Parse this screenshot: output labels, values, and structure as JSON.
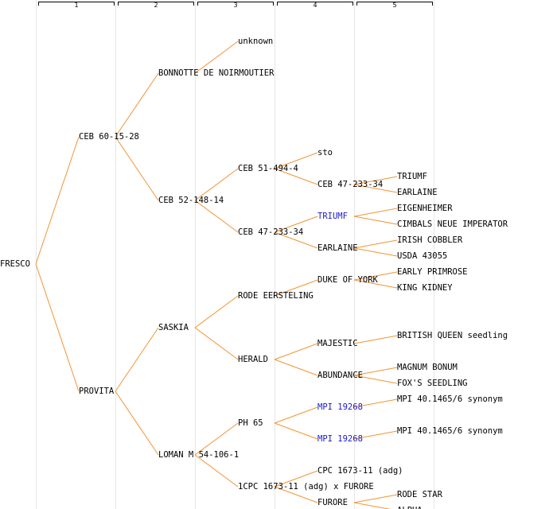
{
  "colors": {
    "edge": "#f29433",
    "text": "#000000",
    "link": "#1a1acc",
    "grid": "#e6e6e6"
  },
  "columns": [
    "1",
    "2",
    "3",
    "4",
    "5"
  ],
  "nodes": [
    {
      "id": "fresco",
      "label": "FRESCO",
      "gen": 0,
      "parent": null,
      "link": false
    },
    {
      "id": "ceb601528",
      "label": "CEB 60-15-28",
      "gen": 1,
      "parent": "fresco",
      "link": false
    },
    {
      "id": "provita",
      "label": "PROVITA",
      "gen": 1,
      "parent": "fresco",
      "link": false
    },
    {
      "id": "bonnotte",
      "label": "BONNOTTE DE NOIRMOUTIER",
      "gen": 2,
      "parent": "ceb601528",
      "link": false
    },
    {
      "id": "ceb5214814",
      "label": "CEB 52-148-14",
      "gen": 2,
      "parent": "ceb601528",
      "link": false
    },
    {
      "id": "saskia",
      "label": "SASKIA",
      "gen": 2,
      "parent": "provita",
      "link": false
    },
    {
      "id": "loman",
      "label": "LOMAN M 54-106-1",
      "gen": 2,
      "parent": "provita",
      "link": false
    },
    {
      "id": "unknown",
      "label": "unknown",
      "gen": 3,
      "parent": "bonnotte",
      "link": false
    },
    {
      "id": "ceb514944",
      "label": "CEB 51-494-4",
      "gen": 3,
      "parent": "ceb5214814",
      "link": false
    },
    {
      "id": "ceb4723334a",
      "label": "CEB 47-233-34",
      "gen": 3,
      "parent": "ceb5214814",
      "link": false
    },
    {
      "id": "rodeeersteling",
      "label": "RODE EERSTELING",
      "gen": 3,
      "parent": "saskia",
      "link": false
    },
    {
      "id": "herald",
      "label": "HERALD",
      "gen": 3,
      "parent": "saskia",
      "link": false
    },
    {
      "id": "ph65",
      "label": "PH 65",
      "gen": 3,
      "parent": "loman",
      "link": false
    },
    {
      "id": "cpcfurore",
      "label": "1CPC 1673-11 (adg) x FURORE",
      "gen": 3,
      "parent": "loman",
      "link": false
    },
    {
      "id": "sto",
      "label": "sto",
      "gen": 4,
      "parent": "ceb514944",
      "link": false
    },
    {
      "id": "ceb4723334b",
      "label": "CEB 47-233-34",
      "gen": 4,
      "parent": "ceb514944",
      "link": false
    },
    {
      "id": "triumf4",
      "label": "TRIUMF",
      "gen": 4,
      "parent": "ceb4723334a",
      "link": true
    },
    {
      "id": "earlaine4",
      "label": "EARLAINE",
      "gen": 4,
      "parent": "ceb4723334a",
      "link": false
    },
    {
      "id": "dukeofyork",
      "label": "DUKE OF YORK",
      "gen": 4,
      "parent": "rodeeersteling",
      "link": false
    },
    {
      "id": "majestic",
      "label": "MAJESTIC",
      "gen": 4,
      "parent": "herald",
      "link": false
    },
    {
      "id": "abundance",
      "label": "ABUNDANCE",
      "gen": 4,
      "parent": "herald",
      "link": false
    },
    {
      "id": "mpi19268a",
      "label": "MPI 19268",
      "gen": 4,
      "parent": "ph65",
      "link": true
    },
    {
      "id": "mpi19268b",
      "label": "MPI 19268",
      "gen": 4,
      "parent": "ph65",
      "link": true
    },
    {
      "id": "cpc167311",
      "label": "CPC 1673-11 (adg)",
      "gen": 4,
      "parent": "cpcfurore",
      "link": false
    },
    {
      "id": "furore",
      "label": "FURORE",
      "gen": 4,
      "parent": "cpcfurore",
      "link": false
    },
    {
      "id": "triumf5",
      "label": "TRIUMF",
      "gen": 5,
      "parent": "ceb4723334b",
      "link": false
    },
    {
      "id": "earlaine5",
      "label": "EARLAINE",
      "gen": 5,
      "parent": "ceb4723334b",
      "link": false
    },
    {
      "id": "eigenheimer",
      "label": "EIGENHEIMER",
      "gen": 5,
      "parent": "triumf4",
      "link": false
    },
    {
      "id": "cimbals",
      "label": "CIMBALS NEUE IMPERATOR",
      "gen": 5,
      "parent": "triumf4",
      "link": false
    },
    {
      "id": "irishcobbler",
      "label": "IRISH COBBLER",
      "gen": 5,
      "parent": "earlaine4",
      "link": false
    },
    {
      "id": "usda43055",
      "label": "USDA 43055",
      "gen": 5,
      "parent": "earlaine4",
      "link": false
    },
    {
      "id": "earlyprimrose",
      "label": "EARLY PRIMROSE",
      "gen": 5,
      "parent": "dukeofyork",
      "link": false
    },
    {
      "id": "kingkidney",
      "label": "KING KIDNEY",
      "gen": 5,
      "parent": "dukeofyork",
      "link": false
    },
    {
      "id": "britishqueen",
      "label": "BRITISH QUEEN seedling",
      "gen": 5,
      "parent": "majestic",
      "link": false
    },
    {
      "id": "magnumbonum",
      "label": "MAGNUM BONUM",
      "gen": 5,
      "parent": "abundance",
      "link": false
    },
    {
      "id": "foxsseedling",
      "label": "FOX'S SEEDLING",
      "gen": 5,
      "parent": "abundance",
      "link": false
    },
    {
      "id": "mpisyn1",
      "label": "MPI 40.1465/6 synonym",
      "gen": 5,
      "parent": "mpi19268a",
      "link": false
    },
    {
      "id": "mpisyn2",
      "label": "MPI 40.1465/6 synonym",
      "gen": 5,
      "parent": "mpi19268b",
      "link": false
    },
    {
      "id": "rodestar",
      "label": "RODE STAR",
      "gen": 5,
      "parent": "furore",
      "link": false
    },
    {
      "id": "alpha",
      "label": "ALPHA",
      "gen": 5,
      "parent": "furore",
      "link": false
    }
  ]
}
